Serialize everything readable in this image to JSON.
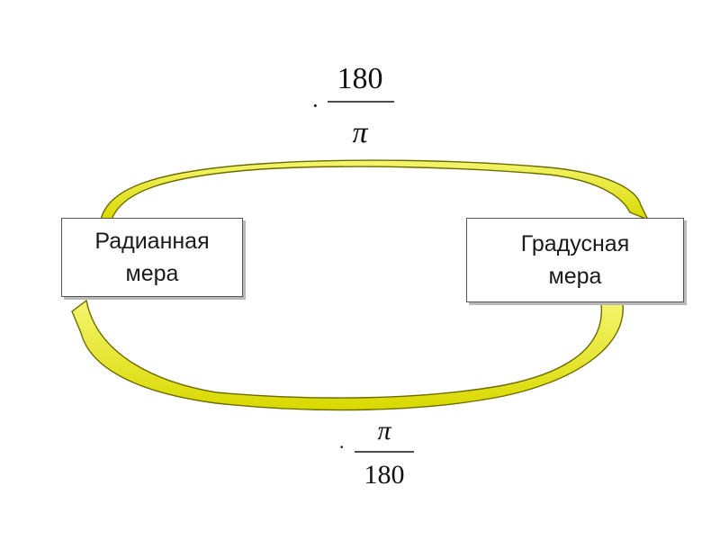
{
  "diagram": {
    "left_box": {
      "label": "Радианная\nмера"
    },
    "right_box": {
      "label": "Градусная\nмера"
    },
    "top_formula": {
      "operator": "·",
      "numerator": "180",
      "denominator": "π"
    },
    "bottom_formula": {
      "operator": "·",
      "numerator": "π",
      "denominator": "180"
    },
    "colors": {
      "arrow_fill": "#e6e600",
      "arrow_edge": "#6b6b00",
      "box_border": "#555555"
    }
  }
}
